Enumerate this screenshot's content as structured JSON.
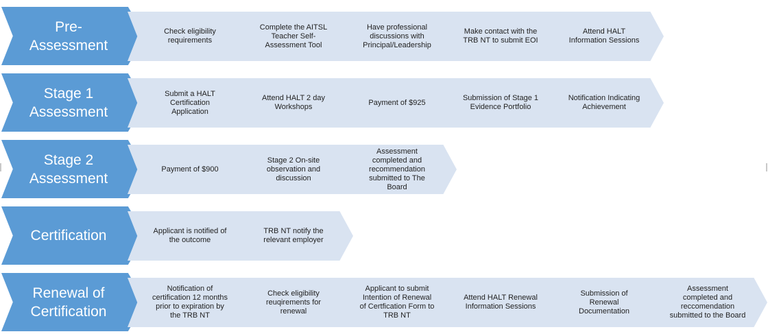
{
  "stages": [
    {
      "title": "Pre-\nAssessment",
      "steps": [
        "Check eligibility requirements",
        "Complete the AITSL Teacher Self-Assessment Tool",
        "Have professional discussions with Principal/Leadership",
        "Make contact with the TRB NT to submit EOI",
        "Attend HALT Information Sessions"
      ]
    },
    {
      "title": "Stage 1\nAssessment",
      "steps": [
        "Submit a HALT Certification Application",
        "Attend HALT 2 day Workshops",
        "Payment of $925",
        "Submission of Stage 1 Evidence Portfolio",
        "Notification Indicating Achievement"
      ]
    },
    {
      "title": "Stage 2\nAssessment",
      "steps": [
        "Payment of $900",
        "Stage 2 On-site observation and discussion",
        "Assessment completed and recommendation submitted to The Board"
      ]
    },
    {
      "title": "Certification",
      "steps": [
        "Applicant is notified of the outcome",
        "TRB NT notify the relevant employer"
      ]
    },
    {
      "title": "Renewal of\nCertification",
      "steps": [
        "Notification of certification 12 months prior to expiration by the TRB NT",
        "Check eligibility reuqirements for renewal",
        "Applicant to submit Intention of Renewal of Certfication Form to TRB NT",
        "Attend HALT Renewal Information Sessions",
        "Submission of Renewal Documentation",
        "Assessment completed and reccomendation submitted to the Board"
      ]
    }
  ],
  "colors": {
    "stage_fill": "#5b9bd5",
    "step_fill": "#d9e3f1",
    "stage_text": "#ffffff",
    "step_text": "#222222"
  }
}
